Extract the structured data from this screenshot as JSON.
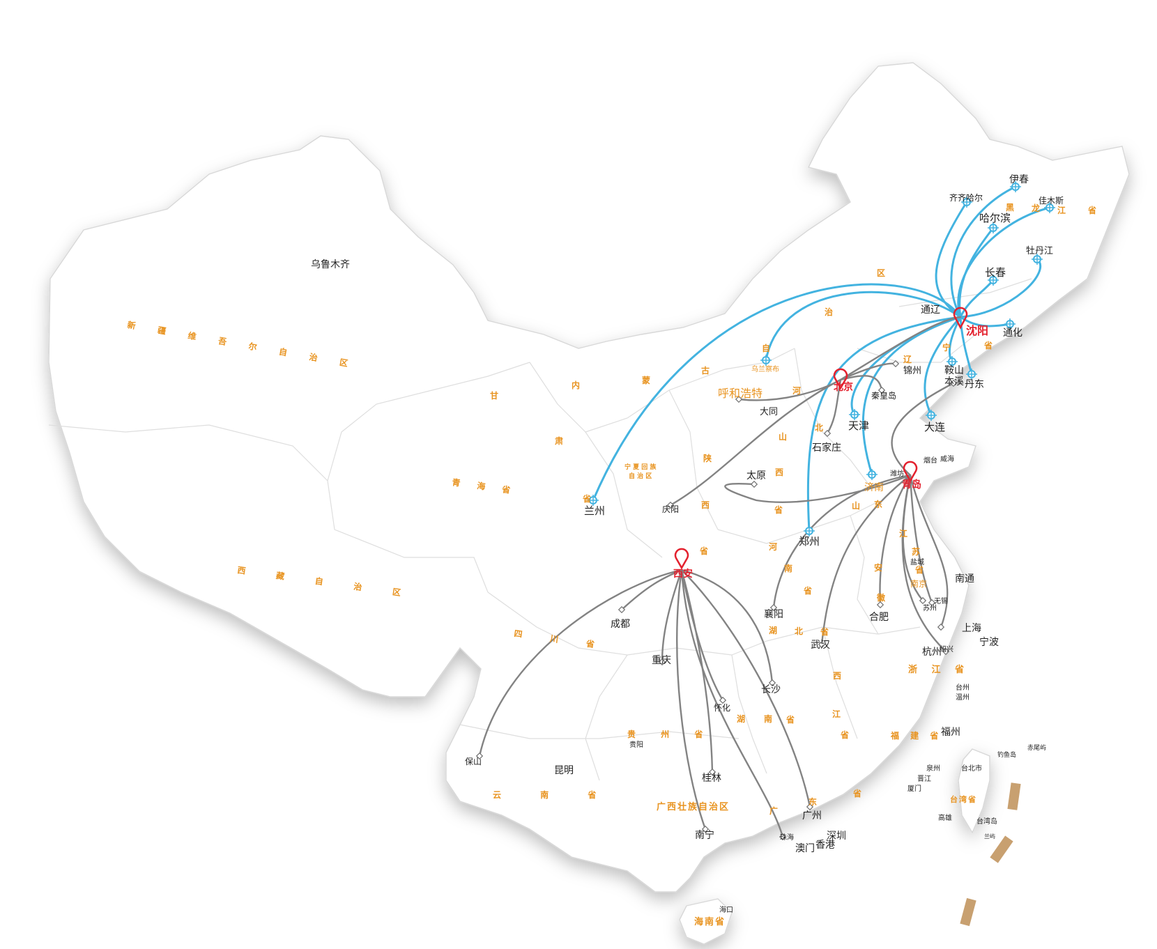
{
  "colors": {
    "blue_route": "#43b3e0",
    "gray_route": "#838383",
    "hub": "#e3212e",
    "province": "#e8931f",
    "city": "#222222",
    "island": "#c8a070"
  },
  "hubs": [
    {
      "id": "shenyang",
      "label": "沈阳"
    },
    {
      "id": "beijing",
      "label": "北京"
    },
    {
      "id": "qingdao",
      "label": "青岛"
    },
    {
      "id": "xian",
      "label": "西安"
    }
  ],
  "cities": [
    {
      "id": "yichun",
      "label": "伊春"
    },
    {
      "id": "qiqihar",
      "label": "齐齐哈尔"
    },
    {
      "id": "jiamusi",
      "label": "佳木斯"
    },
    {
      "id": "harbin",
      "label": "哈尔滨"
    },
    {
      "id": "mudanjiang",
      "label": "牡丹江"
    },
    {
      "id": "changchun",
      "label": "长春"
    },
    {
      "id": "tongliao",
      "label": "通辽"
    },
    {
      "id": "tonghua",
      "label": "通化"
    },
    {
      "id": "wulanchabu",
      "label": "乌兰察布"
    },
    {
      "id": "huhehaote",
      "label": "呼和浩特"
    },
    {
      "id": "jinzhou",
      "label": "锦州"
    },
    {
      "id": "anshan",
      "label": "鞍山"
    },
    {
      "id": "benxi",
      "label": "本溪"
    },
    {
      "id": "dandong",
      "label": "丹东"
    },
    {
      "id": "qinhuangdao",
      "label": "秦皇岛"
    },
    {
      "id": "datong",
      "label": "大同"
    },
    {
      "id": "tianjin",
      "label": "天津"
    },
    {
      "id": "dalian",
      "label": "大连"
    },
    {
      "id": "shijiazhuang",
      "label": "石家庄"
    },
    {
      "id": "yantai",
      "label": "烟台"
    },
    {
      "id": "weihai",
      "label": "威海"
    },
    {
      "id": "weifang",
      "label": "潍坊"
    },
    {
      "id": "jinan",
      "label": "济南"
    },
    {
      "id": "taiyuan",
      "label": "太原"
    },
    {
      "id": "lanzhou",
      "label": "兰州"
    },
    {
      "id": "qingyang",
      "label": "庆阳"
    },
    {
      "id": "zhengzhou",
      "label": "郑州"
    },
    {
      "id": "yancheng",
      "label": "盐城"
    },
    {
      "id": "nantong",
      "label": "南通"
    },
    {
      "id": "nanjing",
      "label": "南京"
    },
    {
      "id": "wuxi",
      "label": "无锡"
    },
    {
      "id": "suzhou",
      "label": "苏州"
    },
    {
      "id": "xiangyang",
      "label": "襄阳"
    },
    {
      "id": "hefei",
      "label": "合肥"
    },
    {
      "id": "chengdu",
      "label": "成都"
    },
    {
      "id": "shanghai",
      "label": "上海"
    },
    {
      "id": "ningbo",
      "label": "宁波"
    },
    {
      "id": "wuhan",
      "label": "武汉"
    },
    {
      "id": "chongqing",
      "label": "重庆"
    },
    {
      "id": "shaoxing",
      "label": "绍兴"
    },
    {
      "id": "hangzhou",
      "label": "杭州"
    },
    {
      "id": "changsha",
      "label": "长沙"
    },
    {
      "id": "taizhou",
      "label": "台州"
    },
    {
      "id": "wenzhou",
      "label": "温州"
    },
    {
      "id": "huaihua",
      "label": "怀化"
    },
    {
      "id": "fuzhou",
      "label": "福州"
    },
    {
      "id": "guiyang",
      "label": "贵阳"
    },
    {
      "id": "baoshan",
      "label": "保山"
    },
    {
      "id": "kunming",
      "label": "昆明"
    },
    {
      "id": "guilin",
      "label": "桂林"
    },
    {
      "id": "quanzhou",
      "label": "泉州"
    },
    {
      "id": "jinjiang",
      "label": "晋江"
    },
    {
      "id": "xiamen",
      "label": "厦门"
    },
    {
      "id": "guangzhou",
      "label": "广州"
    },
    {
      "id": "nanning",
      "label": "南宁"
    },
    {
      "id": "zhuhai",
      "label": "珠海"
    },
    {
      "id": "shenzhen",
      "label": "深圳"
    },
    {
      "id": "macau",
      "label": "澳门"
    },
    {
      "id": "hongkong",
      "label": "香港"
    },
    {
      "id": "haikou",
      "label": "海口"
    },
    {
      "id": "urumqi",
      "label": "乌鲁木齐"
    },
    {
      "id": "taibei",
      "label": "台北市"
    },
    {
      "id": "gaoxiong",
      "label": "高雄"
    },
    {
      "id": "taiwandao",
      "label": "台湾岛"
    },
    {
      "id": "lanyu",
      "label": "兰屿"
    },
    {
      "id": "diaoyudao",
      "label": "钓鱼岛"
    },
    {
      "id": "chiweiyu",
      "label": "赤尾屿"
    }
  ],
  "provinces": [
    {
      "id": "xinjiang",
      "label": "新 疆 维 吾 尔 自 治 区"
    },
    {
      "id": "xizang",
      "label": "西 藏 自 治 区"
    },
    {
      "id": "qinghai",
      "label": "青 海 省"
    },
    {
      "id": "gansu_gan",
      "label": "甘"
    },
    {
      "id": "gansu_su",
      "label": "肃"
    },
    {
      "id": "gansu_sheng",
      "label": "省"
    },
    {
      "id": "neimenggu_nei",
      "label": "内"
    },
    {
      "id": "neimenggu_meng",
      "label": "蒙"
    },
    {
      "id": "neimenggu_gu",
      "label": "古"
    },
    {
      "id": "neimenggu_zi",
      "label": "自"
    },
    {
      "id": "neimenggu_zhi",
      "label": "治"
    },
    {
      "id": "neimenggu_qu",
      "label": "区"
    },
    {
      "id": "ningxia",
      "label": "宁 夏 回 族"
    },
    {
      "id": "ningxia2",
      "label": "自 治 区"
    },
    {
      "id": "shaanxi_shan",
      "label": "陕"
    },
    {
      "id": "shaanxi_xi",
      "label": "西"
    },
    {
      "id": "shaanxi_sheng",
      "label": "省"
    },
    {
      "id": "shanxi_shan",
      "label": "山"
    },
    {
      "id": "shanxi_xi",
      "label": "西"
    },
    {
      "id": "shanxi_sheng",
      "label": "省"
    },
    {
      "id": "hebei_he",
      "label": "河"
    },
    {
      "id": "hebei_bei",
      "label": "北"
    },
    {
      "id": "henan_he",
      "label": "河"
    },
    {
      "id": "henan_nan",
      "label": "南"
    },
    {
      "id": "henan_sheng",
      "label": "省"
    },
    {
      "id": "shandong_shan",
      "label": "山"
    },
    {
      "id": "shandong_dong",
      "label": "东"
    },
    {
      "id": "jiangsu_jiang",
      "label": "江"
    },
    {
      "id": "jiangsu_su",
      "label": "苏"
    },
    {
      "id": "jiangsu_sheng",
      "label": "省"
    },
    {
      "id": "anhui_an",
      "label": "安"
    },
    {
      "id": "anhui_hui",
      "label": "徽"
    },
    {
      "id": "liaoning_liao",
      "label": "辽"
    },
    {
      "id": "liaoning_ning",
      "label": "宁"
    },
    {
      "id": "liaoning_sheng",
      "label": "省"
    },
    {
      "id": "heilongjiang_hei",
      "label": "黑"
    },
    {
      "id": "heilongjiang_long",
      "label": "龙"
    },
    {
      "id": "heilongjiang_jiang",
      "label": "江"
    },
    {
      "id": "heilongjiang_sheng",
      "label": "省"
    },
    {
      "id": "sichuan",
      "label": "四 川 省"
    },
    {
      "id": "hubei_hu",
      "label": "湖"
    },
    {
      "id": "hubei_bei",
      "label": "北"
    },
    {
      "id": "hubei_sheng",
      "label": "省"
    },
    {
      "id": "hunan_hu",
      "label": "湖"
    },
    {
      "id": "hunan_nan",
      "label": "南"
    },
    {
      "id": "hunan_sheng",
      "label": "省"
    },
    {
      "id": "guizhou",
      "label": "贵 州 省"
    },
    {
      "id": "yunnan",
      "label": "云 南 省"
    },
    {
      "id": "guangxi",
      "label": "广西壮族自治区"
    },
    {
      "id": "guangdong_guang",
      "label": "广"
    },
    {
      "id": "guangdong_dong",
      "label": "东"
    },
    {
      "id": "guangdong_sheng",
      "label": "省"
    },
    {
      "id": "jiangxi_jiang",
      "label": "江"
    },
    {
      "id": "jiangxi_xi",
      "label": "西"
    },
    {
      "id": "jiangxi_sheng",
      "label": "省"
    },
    {
      "id": "fujian",
      "label": "福 建 省"
    },
    {
      "id": "zhejiang",
      "label": "浙 江 省"
    },
    {
      "id": "hainan",
      "label": "海南省"
    },
    {
      "id": "taiwan",
      "label": "台湾省"
    }
  ]
}
